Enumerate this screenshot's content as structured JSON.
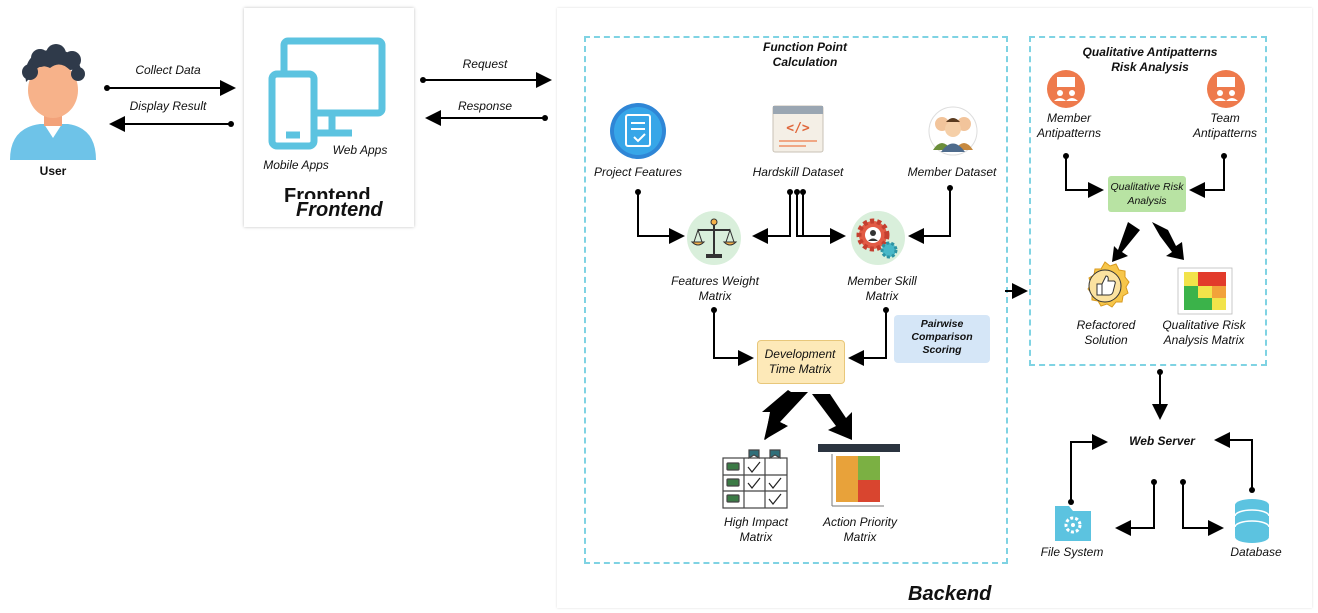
{
  "user": {
    "label": "User"
  },
  "edges": {
    "collect": "Collect Data",
    "display": "Display Result",
    "request": "Request",
    "response": "Response"
  },
  "frontend": {
    "mobile": "Mobile Apps",
    "web": "Web Apps",
    "title_shadow": "Frontend",
    "title": "Frontend"
  },
  "backend": {
    "title": "Backend"
  },
  "fpc": {
    "title": "Function Point\nCalculation",
    "project_features": "Project Features",
    "hardskill": "Hardskill Dataset",
    "member_dataset": "Member Dataset",
    "features_weight": "Features Weight\nMatrix",
    "member_skill": "Member Skill\nMatrix",
    "pairwise": "Pairwise\nComparison\nScoring",
    "dev_time": "Development\nTime Matrix",
    "high_impact": "High Impact\nMatrix",
    "action_priority": "Action Priority\nMatrix"
  },
  "qa": {
    "title": "Qualitative Antipatterns\nRisk Analysis",
    "member_anti": "Member\nAntipatterns",
    "team_anti": "Team\nAntipatterns",
    "qra": "Qualitative Risk\nAnalysis",
    "refactored": "Refactored\nSolution",
    "qra_matrix": "Qualitative Risk\nAnalysis Matrix"
  },
  "server": {
    "web": "Web Server",
    "fs": "File System",
    "db": "Database"
  },
  "colors": {
    "dashed": "#7fd3e3",
    "accent": "#4fb6d6",
    "green_box": "#b8e3a3",
    "yellow_box": "#fde9b8",
    "blue_box": "#d5e6f7"
  }
}
